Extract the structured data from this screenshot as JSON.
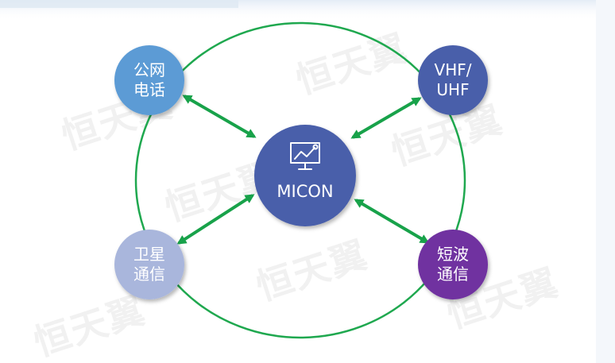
{
  "watermark": "恒天翼",
  "center": {
    "label": "MICON",
    "icon": "presentation-chart-icon",
    "color": "#4a5faa"
  },
  "nodes": [
    {
      "id": "pstn",
      "label": "公网\n电话",
      "color": "#5b9bd5"
    },
    {
      "id": "vhf-uhf",
      "label": "VHF/\nUHF",
      "color": "#4a5faa"
    },
    {
      "id": "satellite",
      "label": "卫星\n通信",
      "color": "#a9b6dc"
    },
    {
      "id": "shortwave",
      "label": "短波\n通信",
      "color": "#7030a0"
    }
  ],
  "colors": {
    "ring": "#1fa84f",
    "arrow": "#18a24a"
  }
}
